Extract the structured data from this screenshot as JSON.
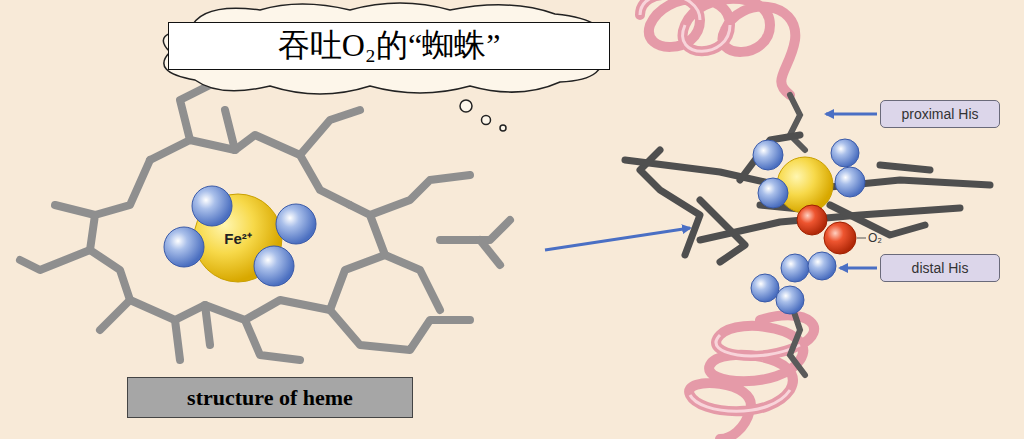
{
  "diagram": {
    "nodes": [
      {
        "text": [
          "吞吐O₂的“蜘蛛”"
        ]
      },
      {
        "text": [
          "proximal His"
        ]
      },
      {
        "text": [
          "distal His"
        ]
      },
      {
        "text": [
          "structure of heme"
        ]
      }
    ],
    "labels": [
      "Fe²⁺",
      "O₂"
    ]
  }
}
